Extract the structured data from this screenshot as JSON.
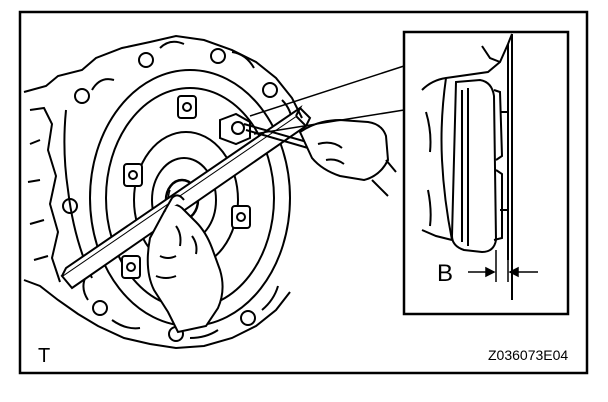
{
  "figure": {
    "corner_mark": "T",
    "code": "Z036073E04",
    "dimension_label": "B",
    "ink_color": "#000000",
    "background_color": "#ffffff"
  }
}
